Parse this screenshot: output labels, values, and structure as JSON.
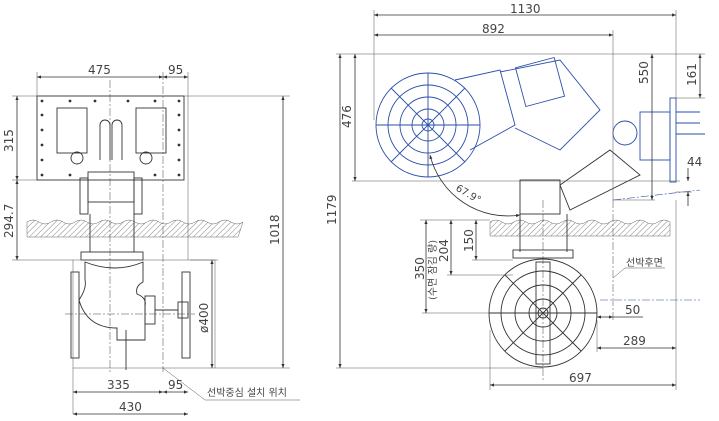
{
  "side_view": {
    "dims": {
      "plate_width": "475",
      "offset_top": "95",
      "plate_height": "315",
      "drop_height": "294.7",
      "total_height": "1018",
      "diameter": "ø400",
      "body_left": "335",
      "offset_bottom": "95",
      "body_width": "430"
    },
    "center_label": "선박중심 설치 위치"
  },
  "front_view": {
    "dims": {
      "overall_width": "1130",
      "impeller_reach": "892",
      "raised_height": "476",
      "overall_height": "1179",
      "mount_height": "550",
      "flange_height": "161",
      "flange_offset": "44",
      "angle": "67.9°",
      "depth_150": "150",
      "depth_204": "204",
      "depth_350": "350",
      "depth_350_note": "(수면 잠김 량)",
      "clearance": "50",
      "aft_offset": "289",
      "cage_width": "697"
    },
    "stern_label": "선박후면"
  },
  "colors": {
    "line": "#333333",
    "raised_part": "#2a4fa8"
  }
}
